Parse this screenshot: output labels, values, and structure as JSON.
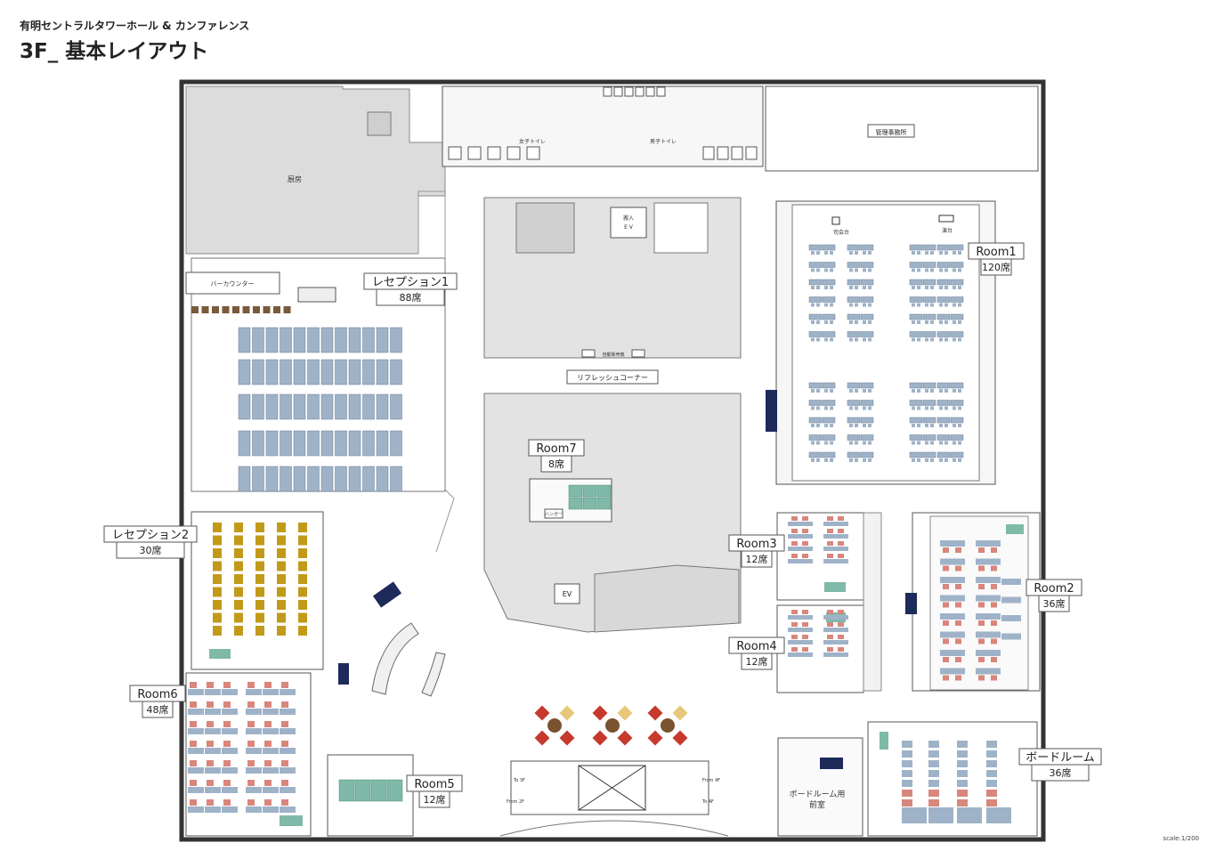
{
  "header": {
    "venue_name": "有明セントラルタワーホール & カンファレンス",
    "page_title": "3F_ 基本レイアウト"
  },
  "footer": {
    "scale": "scale:1/200"
  },
  "rooms": {
    "room1": {
      "name": "Room1",
      "seats": "120席"
    },
    "room2": {
      "name": "Room2",
      "seats": "36席"
    },
    "room3": {
      "name": "Room3",
      "seats": "12席"
    },
    "room4": {
      "name": "Room4",
      "seats": "12席"
    },
    "room5": {
      "name": "Room5",
      "seats": "12席"
    },
    "room6": {
      "name": "Room6",
      "seats": "48席"
    },
    "room7": {
      "name": "Room7",
      "seats": "8席"
    },
    "reception1": {
      "name": "レセプション1",
      "seats": "88席"
    },
    "reception2": {
      "name": "レセプション2",
      "seats": "30席"
    },
    "boardroom": {
      "name": "ボードルーム",
      "seats": "36席"
    }
  },
  "areas": {
    "kitchen": "厨房",
    "bar_counter": "バーカウンター",
    "womens_toilet": "女子トイレ",
    "mens_toilet": "男子トイレ",
    "management_office": "管理事務所",
    "freight_ev": "搬入\nE V",
    "vending": "自動販売機",
    "refresh_corner": "リフレッシュコーナー",
    "ev": "EV",
    "boardroom_annex": "ボードルーム用\n前室",
    "podium": "演台",
    "stand": "司会台",
    "hanger": "ハンガー"
  },
  "escalator": {
    "to3f": "To 3F",
    "to4f": "To 4F",
    "from2f": "From 2F",
    "from4f": "From 4F"
  },
  "colors": {
    "wall": "#333333",
    "room_fill": "#eeeeee",
    "core_fill": "#e3e3e3",
    "kitchen_fill": "#dcdcdc",
    "table_blue": "#9fb3c8",
    "chair_red": "#d9867c",
    "chair_gold": "#c19a1a",
    "table_green": "#7fb9a8",
    "navy": "#1e2a5a",
    "label_border": "#555555"
  }
}
